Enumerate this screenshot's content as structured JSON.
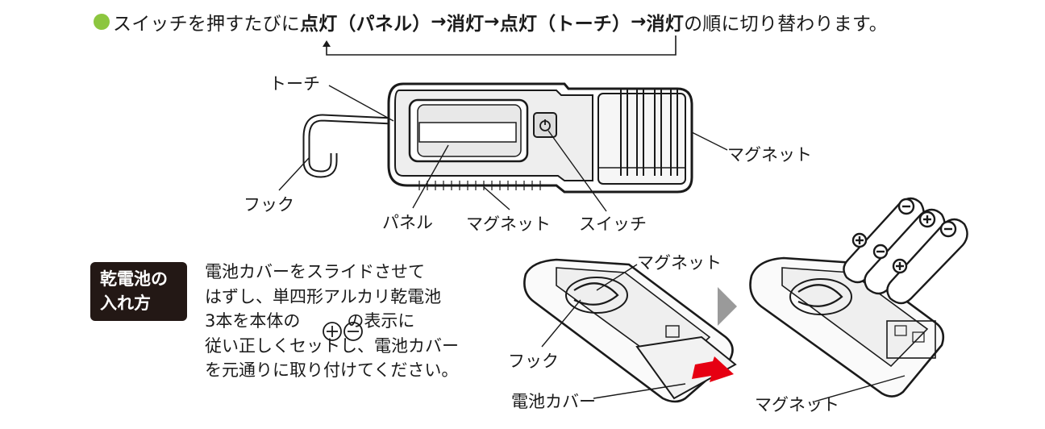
{
  "headline": {
    "intro": "スイッチを押すたびに",
    "s1": "点灯（パネル）",
    "a1": "→",
    "s2": "消灯",
    "a2": "→",
    "s3": "点灯（トーチ）",
    "a3": "→",
    "s4": "消灯",
    "outro": "の順に切り替わります。"
  },
  "labels": {
    "torch": "トーチ",
    "hook": "フック",
    "panel": "パネル",
    "magnet_bottom": "マグネット",
    "switch": "スイッチ",
    "magnet_right": "マグネット",
    "magnet_step1": "マグネット",
    "hook_step1": "フック",
    "battery_cover": "電池カバー",
    "magnet_step2": "マグネット"
  },
  "battery_section": {
    "title_line1": "乾電池の",
    "title_line2": "入れ方",
    "line1": "電池カバーをスライドさせて",
    "line2": "はずし、単四形アルカリ乾電池",
    "line3_a": "3本を本体の",
    "line3_b": "の表示に",
    "line4": "従い正しくセットし、電池カバー",
    "line5": "を元通りに取り付けてください。"
  },
  "colors": {
    "bullet": "#8cc63f",
    "badge": "#231815",
    "arrow_red": "#e60012",
    "step_arrow": "#9a9a9a"
  }
}
